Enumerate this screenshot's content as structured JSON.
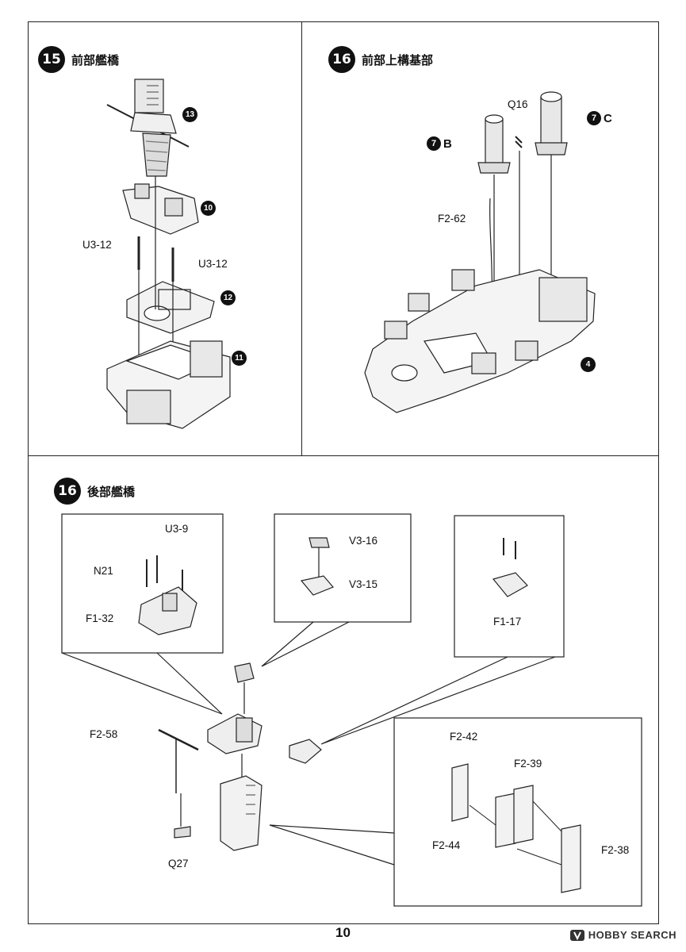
{
  "step15": {
    "number": "15",
    "title": "前部艦橋",
    "labels": {
      "u3_12_a": "U3-12",
      "u3_12_b": "U3-12"
    },
    "subs": [
      "13",
      "10",
      "12",
      "11"
    ]
  },
  "step16a": {
    "number": "16",
    "title": "前部上構基部",
    "labels": {
      "q16": "Q16",
      "f2_62": "F2-62"
    },
    "refs": [
      {
        "num": "7",
        "letter": "B"
      },
      {
        "num": "7",
        "letter": "C"
      }
    ],
    "subs": [
      "4"
    ]
  },
  "step16b": {
    "number": "16",
    "title": "後部艦橋",
    "labels": {
      "u3_9": "U3-9",
      "n21": "N21",
      "f1_32": "F1-32",
      "v3_16": "V3-16",
      "v3_15": "V3-15",
      "f1_17": "F1-17",
      "f2_58": "F2-58",
      "q27": "Q27",
      "f2_42": "F2-42",
      "f2_39": "F2-39",
      "f2_44": "F2-44",
      "f2_38": "F2-38"
    }
  },
  "footer": {
    "page": "10",
    "watermark": "HOBBY SEARCH",
    "watermark_icon": "hobby-search-logo-icon"
  }
}
